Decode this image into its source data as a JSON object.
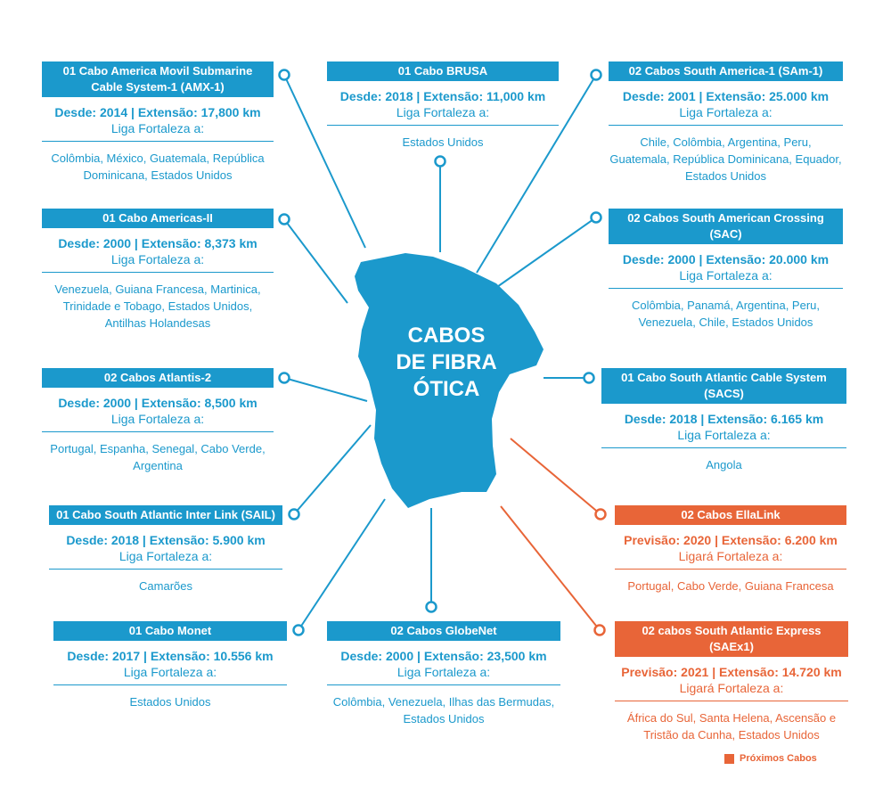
{
  "center_title": [
    "CABOS",
    "DE FIBRA",
    "ÓTICA"
  ],
  "colors": {
    "existing": "#1b99cc",
    "planned": "#e86538"
  },
  "legend": {
    "label": "Próximos Cabos"
  },
  "cables": [
    {
      "id": "amx1",
      "status": "existing",
      "title": "01 Cabo America Movil Submarine Cable System-1 (AMX-1)",
      "stats": "Desde: 2014 | Extensão: 17,800 km",
      "liga": "Liga Fortaleza a:",
      "places": "Colômbia, México, Guatemala, República Dominicana, Estados Unidos"
    },
    {
      "id": "brusa",
      "status": "existing",
      "title": "01 Cabo BRUSA",
      "stats": "Desde: 2018 | Extensão: 11,000 km",
      "liga": "Liga Fortaleza a:",
      "places": "Estados Unidos"
    },
    {
      "id": "sam1",
      "status": "existing",
      "title": "02 Cabos South America-1 (SAm-1)",
      "stats": "Desde: 2001 | Extensão: 25.000 km",
      "liga": "Liga Fortaleza a:",
      "places": "Chile, Colômbia, Argentina, Peru, Guatemala, República Dominicana, Equador, Estados Unidos"
    },
    {
      "id": "americas2",
      "status": "existing",
      "title": "01 Cabo Americas-II",
      "stats": "Desde: 2000 | Extensão: 8,373 km",
      "liga": "Liga Fortaleza a:",
      "places": "Venezuela, Guiana Francesa, Martinica, Trinidade e Tobago, Estados Unidos, Antilhas Holandesas"
    },
    {
      "id": "sac",
      "status": "existing",
      "title": "02 Cabos South American Crossing (SAC)",
      "stats": "Desde: 2000 | Extensão: 20.000 km",
      "liga": "Liga Fortaleza a:",
      "places": "Colômbia, Panamá, Argentina, Peru, Venezuela, Chile, Estados Unidos"
    },
    {
      "id": "atlantis2",
      "status": "existing",
      "title": "02 Cabos Atlantis-2",
      "stats": "Desde: 2000 | Extensão: 8,500 km",
      "liga": "Liga Fortaleza a:",
      "places": "Portugal, Espanha, Senegal, Cabo Verde, Argentina"
    },
    {
      "id": "sacs",
      "status": "existing",
      "title": "01 Cabo South Atlantic Cable System (SACS)",
      "stats": "Desde: 2018 | Extensão: 6.165 km",
      "liga": "Liga Fortaleza a:",
      "places": "Angola"
    },
    {
      "id": "sail",
      "status": "existing",
      "title": "01 Cabo South Atlantic Inter Link (SAIL)",
      "stats": "Desde: 2018 | Extensão: 5.900 km",
      "liga": "Liga Fortaleza a:",
      "places": "Camarões"
    },
    {
      "id": "ellalink",
      "status": "planned",
      "title": "02 Cabos EllaLink",
      "stats": "Previsão: 2020 | Extensão: 6.200 km",
      "liga": "Ligará Fortaleza a:",
      "places": "Portugal, Cabo Verde, Guiana Francesa"
    },
    {
      "id": "monet",
      "status": "existing",
      "title": "01 Cabo Monet",
      "stats": "Desde: 2017 | Extensão: 10.556 km",
      "liga": "Liga Fortaleza a:",
      "places": "Estados Unidos"
    },
    {
      "id": "globenet",
      "status": "existing",
      "title": "02 Cabos GlobeNet",
      "stats": "Desde: 2000 | Extensão: 23,500 km",
      "liga": "Liga Fortaleza a:",
      "places": "Colômbia, Venezuela, Ilhas das Bermudas, Estados Unidos"
    },
    {
      "id": "saex1",
      "status": "planned",
      "title": "02 cabos South Atlantic Express (SAEx1)",
      "stats": "Previsão: 2021 | Extensão: 14.720 km",
      "liga": "Ligará Fortaleza a:",
      "places": "África do Sul, Santa Helena, Ascensão e Tristão da Cunha, Estados Unidos"
    }
  ]
}
